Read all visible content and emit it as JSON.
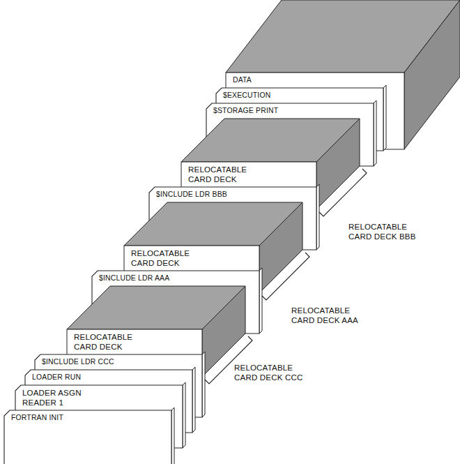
{
  "diagram": {
    "nodes": [
      {
        "text": [
          "FORTRAN INIT"
        ]
      },
      {
        "text": [
          "LOADER ASGN READER 1"
        ]
      },
      {
        "text": [
          "LOADER RUN"
        ]
      },
      {
        "text": [
          "$INCLUDE LDR CCC"
        ]
      },
      {
        "text": [
          "RELOCATABLE CARD DECK"
        ]
      },
      {
        "text": [
          "$INCLUDE LDR AAA"
        ]
      },
      {
        "text": [
          "RELOCATABLE CARD DECK"
        ]
      },
      {
        "text": [
          "$INCLUDE LDR BBB"
        ]
      },
      {
        "text": [
          "RELOCATABLE CARD DECK"
        ]
      },
      {
        "text": [
          "$STORAGE PRINT"
        ]
      },
      {
        "text": [
          "$EXECUTION"
        ]
      },
      {
        "text": [
          "DATA"
        ]
      }
    ],
    "labels": [
      "RELOCATABLE CARD DECK CCC",
      "RELOCATABLE CARD DECK AAA",
      "RELOCATABLE CARD DECK BBB"
    ]
  }
}
